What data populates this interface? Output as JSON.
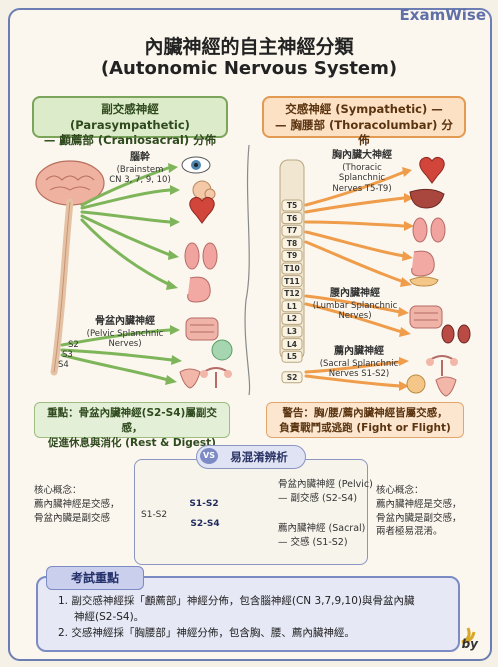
{
  "brand": "ExamWise",
  "title": "內臟神經的自主神經分類",
  "subtitle": "(Autonomic Nervous System)",
  "parasympathetic": {
    "header_line1": "副交感神經 (Parasympathetic)",
    "header_line2": "— 顱薦部 (Craniosacral) 分佈",
    "brainstem_zh": "腦幹",
    "brainstem_en1": "(Brainstem",
    "brainstem_en2": "CN 3, 7, 9, 10)",
    "pelvic_zh": "骨盆內臟神經",
    "pelvic_en1": "(Pelvic Splanchnic",
    "pelvic_en2": "Nerves)",
    "s_labels": [
      "S2",
      "S3",
      "S4"
    ],
    "note_line1": "重點：骨盆內臟神經(S2-S4)屬副交感，",
    "note_line2": "促進休息與消化 (Rest & Digest)"
  },
  "sympathetic": {
    "header_line1": "交感神經 (Sympathetic) —",
    "header_line2": "— 胸腰部 (Thoracolumbar) 分佈",
    "thoracic_zh": "胸內臟大神經",
    "thoracic_en1": "(Thoracic Splanchnic",
    "thoracic_en2": "Nerves T5-T9)",
    "lumbar_zh": "腰內臟神經",
    "lumbar_en1": "(Lumbar Splanchnic",
    "lumbar_en2": "Nerves)",
    "sacral_zh": "薦內臟神經",
    "sacral_en1": "(Sacral Splanchnic",
    "sacral_en2": "Nerves S1-S2)",
    "vertebrae": [
      "T5",
      "T6",
      "T7",
      "T8",
      "T9",
      "T10",
      "T11",
      "T12",
      "L1",
      "L2",
      "L3",
      "L4",
      "L5",
      "S2"
    ],
    "note_line1": "警告：胸/腰/薦內臟神經皆屬交感，",
    "note_line2": "負責戰鬥或逃跑 (Fight or Flight)"
  },
  "confusion": {
    "vs": "VS",
    "title": "易混淆辨析",
    "left_line1": "核心概念：",
    "left_line2": "薦內臟神經是交感，",
    "left_line3": "骨盆內臟是副交感",
    "right_line1": "核心概念：",
    "right_line2": "薦內臟神經是交感，",
    "right_line3": "骨盆內臟是副交感，",
    "right_line4": "兩者極易混淆。",
    "range_label": "S1-S2",
    "bone_label1": "S1-S2",
    "bone_label2": "S2-S4",
    "pelvic_line1": "骨盆內臟神經 (Pelvic)",
    "pelvic_line2": "— 副交感 (S2-S4)",
    "sacral_line1": "薦內臟神經 (Sacral)",
    "sacral_line2": "— 交感 (S1-S2)"
  },
  "exam": {
    "tag": "考試重點",
    "item1_line1": "1. 副交感神經採「顱薦部」神經分佈，包含腦神經(CN 3,7,9,10)與骨盆內臟",
    "item1_line2": "神經(S2-S4)。",
    "item2": "2. 交感神經採「胸腰部」神經分佈，包含胸、腰、薦內臟神經。",
    "by": "by"
  },
  "colors": {
    "para_green": "#7aa55a",
    "sym_orange": "#e39a52",
    "accent_blue": "#6b7db3",
    "spine": "#e9dcc3",
    "brain": "#f0b2a0"
  }
}
